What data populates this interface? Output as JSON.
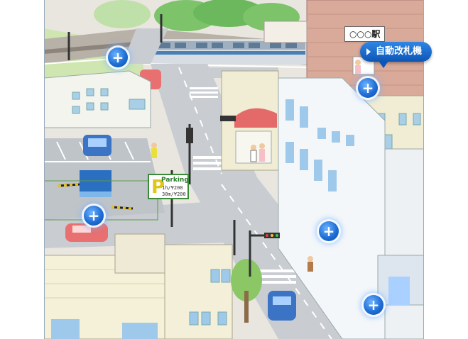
{
  "station_sign": "○○○駅",
  "callout": {
    "label": "自動改札機"
  },
  "parking_sign": {
    "title": "Parking",
    "rate_line1": "1h/¥200",
    "rate_line2": "30m/¥200"
  },
  "hotspots": [
    {
      "id": "railway-crossing",
      "symbol": "+"
    },
    {
      "id": "ticket-gate",
      "symbol": "+"
    },
    {
      "id": "parking-lot",
      "symbol": "+"
    },
    {
      "id": "street-corner",
      "symbol": "+"
    },
    {
      "id": "building-entrance",
      "symbol": "+"
    }
  ],
  "colors": {
    "road": "#c9cdd2",
    "sidewalk": "#e9e6df",
    "grass": "#cfe6b0",
    "building_brick": "#d9a99a",
    "hotspot_blue": "#1f6fd6"
  }
}
